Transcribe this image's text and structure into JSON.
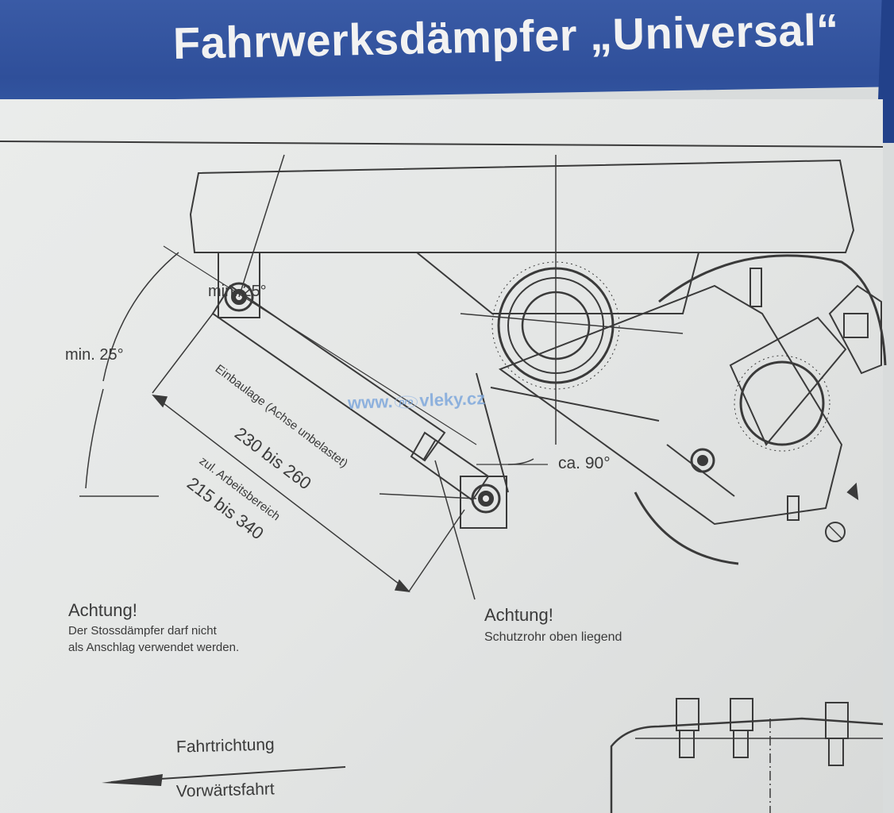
{
  "header": {
    "title": "Fahrwerksdämpfer „Universal“"
  },
  "labels": {
    "min_angle_top": "min. 25°",
    "min_angle_left": "min. 25°",
    "install_position": "Einbaulage (Achse unbelastet)",
    "install_range": "230 bis 260",
    "working_range_label": "zul. Arbeitsbereich",
    "working_range": "215 bis 340",
    "angle_90": "ca. 90°"
  },
  "warnings": [
    {
      "heading": "Achtung!",
      "text_line1": "Der Stossdämpfer darf nicht",
      "text_line2": "als Anschlag verwendet werden."
    },
    {
      "heading": "Achtung!",
      "text_line1": "Schutzrohr oben liegend"
    }
  ],
  "direction": {
    "top": "Fahrtrichtung",
    "bottom": "Vorwärtsfahrt"
  },
  "watermark": {
    "prefix": "www.",
    "pro": "pro",
    "suffix": "vleky.cz"
  },
  "colors": {
    "banner": "#2f4f9a",
    "title_text": "#f2f2f2",
    "line": "#3a3a3a",
    "watermark": "#7fa8dc"
  }
}
